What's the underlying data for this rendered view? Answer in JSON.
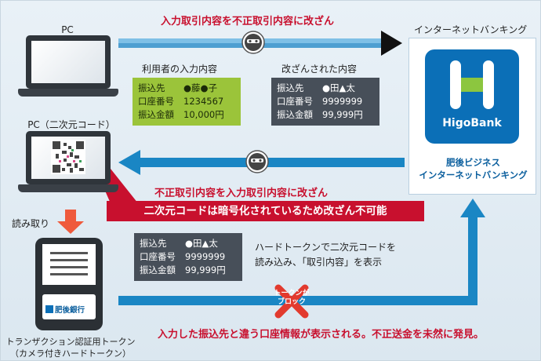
{
  "labels": {
    "pc": "PC",
    "pc_qr": "PC（二次元コード）",
    "bank_header": "インターネットバンキング",
    "bank_logo_text": "HigoBank",
    "bank_caption_line1": "肥後ビジネス",
    "bank_caption_line2": "インターネットバンキング",
    "top_arrow_text": "入力取引内容を不正取引内容に改ざん",
    "return_arrow_text": "不正取引内容を入力取引内容に改ざん",
    "banner_text": "二次元コードは暗号化されているため改ざん不可能",
    "read_label": "読み取り",
    "token_caption_line1": "トランザクション認証用トークン",
    "token_caption_line2": "（カメラ付きハードトークン）",
    "token_logo_text": "肥後銀行",
    "token_instruction_line1": "ハードトークンで二次元コードを",
    "token_instruction_line2": "読み込み、「取引内容」を表示",
    "blocked_line1": "トークンが",
    "blocked_line2": "ブロック",
    "footer_text": "入力した振込先と違う口座情報が表示される。不正送金を未然に発見。"
  },
  "user_input": {
    "heading": "利用者の入力内容",
    "rows": [
      {
        "key": "振込先",
        "value": "●藤●子"
      },
      {
        "key": "口座番号",
        "value": "1234567"
      },
      {
        "key": "振込金額",
        "value": "10,000円"
      }
    ]
  },
  "tampered": {
    "heading": "改ざんされた内容",
    "rows": [
      {
        "key": "振込先",
        "value": "●田▲太"
      },
      {
        "key": "口座番号",
        "value": "9999999"
      },
      {
        "key": "振込金額",
        "value": "99,999円"
      }
    ]
  },
  "token_display": {
    "rows": [
      {
        "key": "振込先",
        "value": "●田▲太"
      },
      {
        "key": "口座番号",
        "value": "9999999"
      },
      {
        "key": "振込金額",
        "value": "99,999円"
      }
    ]
  },
  "colors": {
    "arrow_dark": "#111111",
    "arrow_blue": "#1a86c4",
    "alert_red": "#c8102e",
    "bank_blue": "#0b6fb7",
    "green_box": "#9bc43a"
  }
}
